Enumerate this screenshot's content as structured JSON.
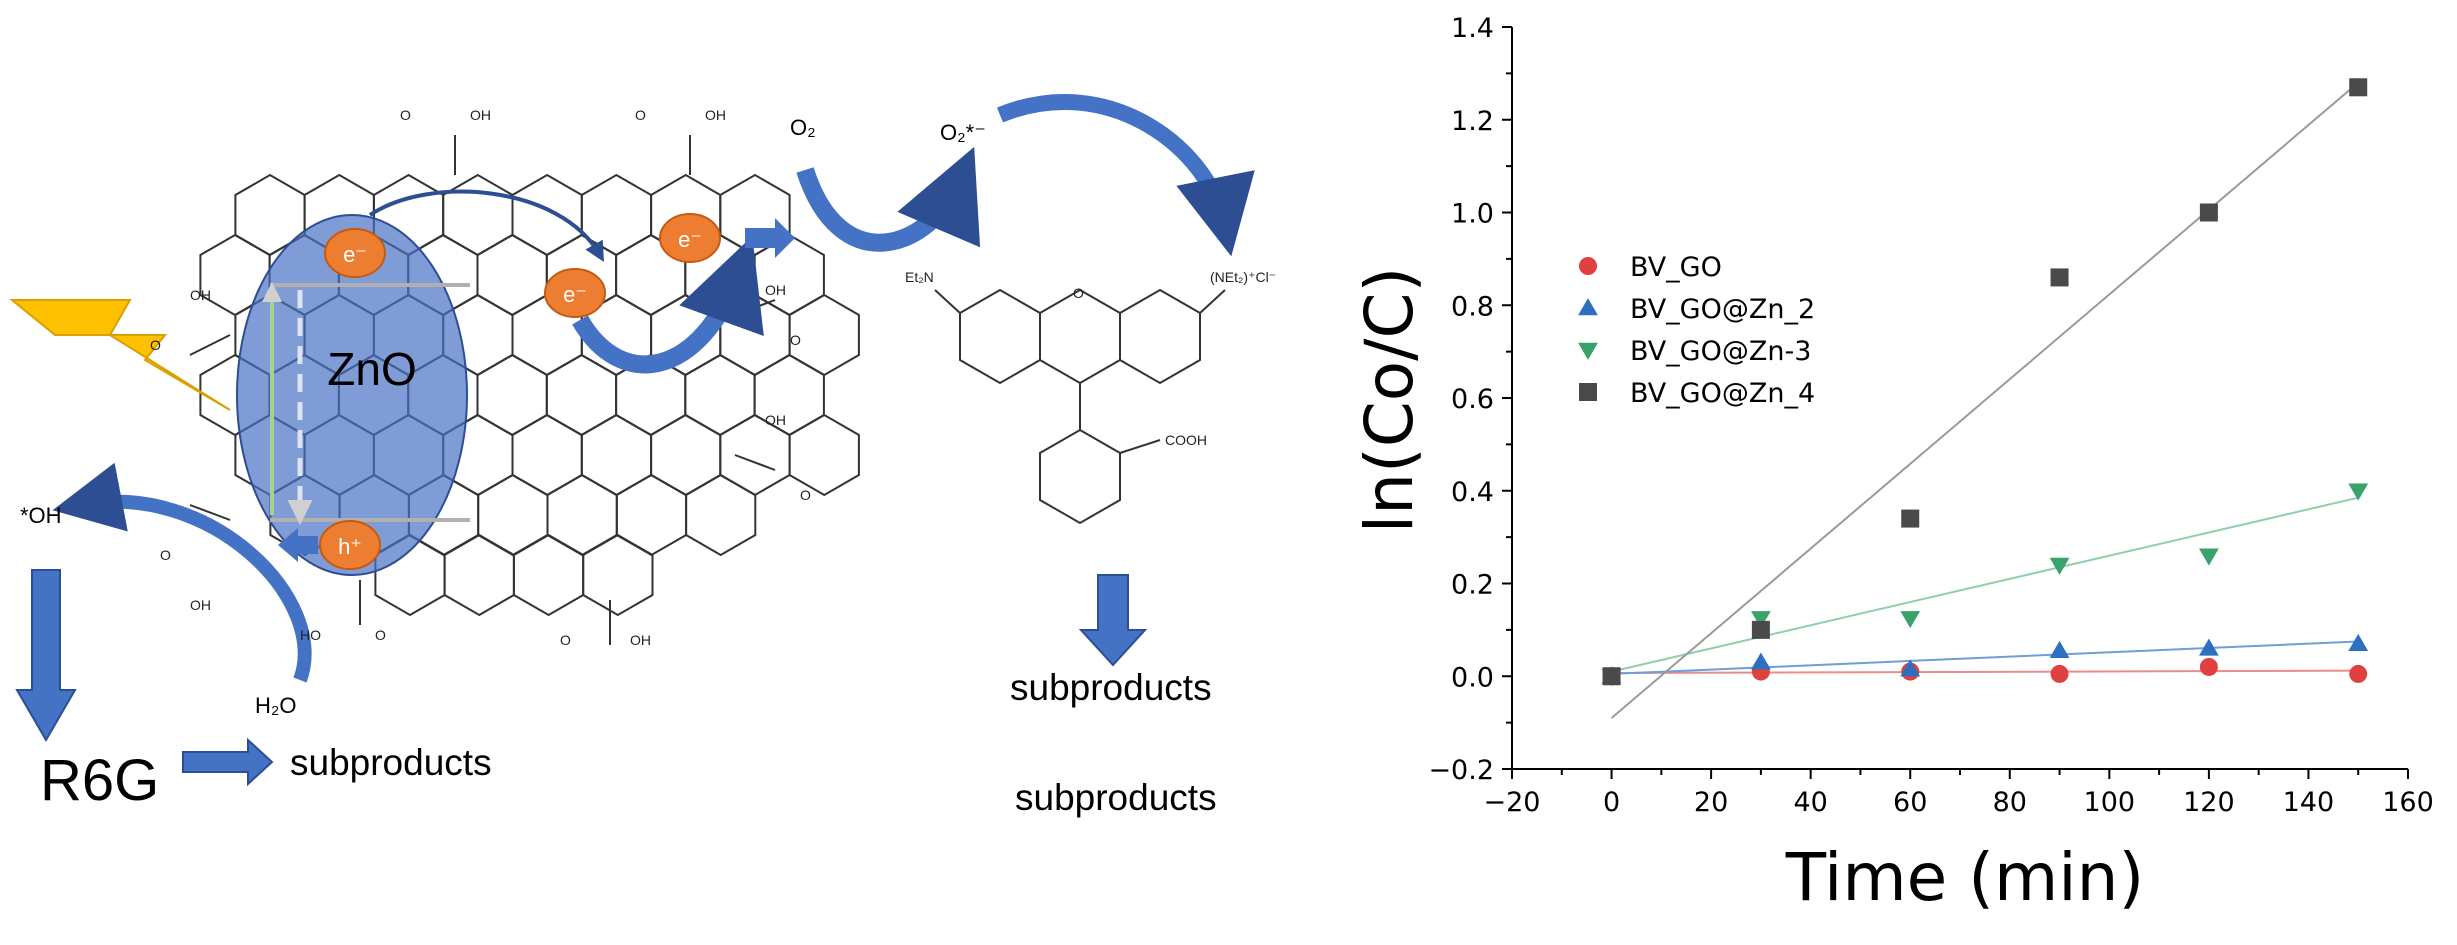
{
  "scheme": {
    "semiconductor_label": "ZnO",
    "electron_label": "e⁻",
    "hole_label": "h⁺",
    "hydroxyl_radical": "*OH",
    "water": "H₂O",
    "oxygen": "O₂",
    "superoxide": "O₂*⁻",
    "dye_label": "R6G",
    "subproducts_left": "subproducts",
    "subproducts_mid": "subproducts",
    "subproducts_bottom": "subproducts",
    "cooh": "COOH",
    "dye_amine_left": "Et₂N",
    "dye_amine_right": "(NEt₂)⁺Cl⁻",
    "go_groups": {
      "oh": "OH",
      "ho": "HO",
      "o": "O"
    },
    "colors": {
      "zno_fill": "#4a72c4",
      "carrier_fill": "#ed7d31",
      "arrow_blue": "#4472c4",
      "bolt_fill": "#ffc000",
      "bandgap_line": "#a9d18e"
    }
  },
  "chart_data": {
    "type": "scatter",
    "xlabel": "Time (min)",
    "ylabel": "ln(Co/C)",
    "xlim": [
      -20,
      160
    ],
    "ylim": [
      -0.2,
      1.4
    ],
    "xticks": [
      -20,
      0,
      20,
      40,
      60,
      80,
      100,
      120,
      140,
      160
    ],
    "yticks": [
      -0.2,
      0.0,
      0.2,
      0.4,
      0.6,
      0.8,
      1.0,
      1.2,
      1.4
    ],
    "grid": false,
    "legend_position": "center-left",
    "x": [
      0,
      30,
      60,
      90,
      120,
      150
    ],
    "series": [
      {
        "name": "BV_GO",
        "marker": "circle",
        "color": "#e04040",
        "values": [
          0.0,
          0.01,
          0.01,
          0.005,
          0.02,
          0.005
        ],
        "fit": {
          "x": [
            0,
            150
          ],
          "y": [
            0.007,
            0.012
          ],
          "color": "#e98c8c"
        }
      },
      {
        "name": "BV_GO@Zn_2",
        "marker": "triangle-up",
        "color": "#2f6fbf",
        "values": [
          0.0,
          0.03,
          0.015,
          0.055,
          0.06,
          0.07
        ],
        "fit": {
          "x": [
            0,
            150
          ],
          "y": [
            0.005,
            0.075
          ],
          "color": "#6f9ed6"
        }
      },
      {
        "name": "BV_GO@Zn-3",
        "marker": "triangle-down",
        "color": "#3aa36b",
        "values": [
          0.0,
          0.125,
          0.125,
          0.24,
          0.26,
          0.4
        ],
        "fit": {
          "x": [
            0,
            150
          ],
          "y": [
            0.01,
            0.385
          ],
          "color": "#8fcfa9"
        }
      },
      {
        "name": "BV_GO@Zn_4",
        "marker": "square",
        "color": "#4a4a4a",
        "values": [
          0.0,
          0.1,
          0.34,
          0.86,
          1.0,
          1.27
        ],
        "fit": {
          "x": [
            0,
            150
          ],
          "y": [
            -0.09,
            1.28
          ],
          "color": "#9a9a9a"
        }
      }
    ]
  }
}
